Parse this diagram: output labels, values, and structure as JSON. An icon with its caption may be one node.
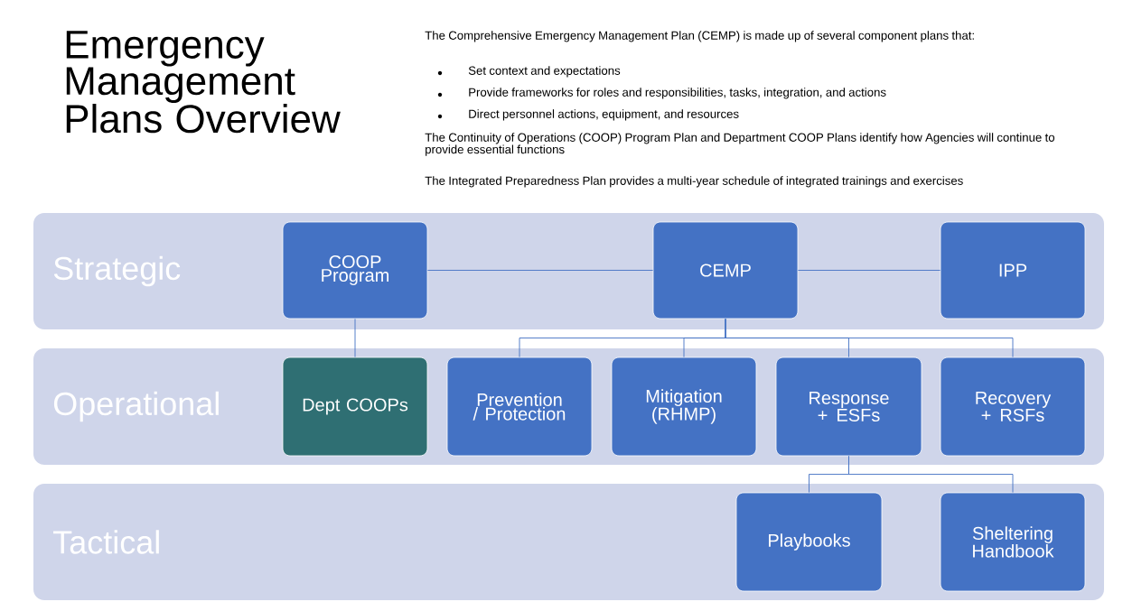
{
  "diagram": {
    "title": "Emergency Management Plans Overview",
    "nodes": [
      {
        "text": [
          "Strategic"
        ]
      },
      {
        "text": [
          "COOP Program"
        ],
        "in": 0
      },
      {
        "text": [
          "CEMP"
        ],
        "in": 0
      },
      {
        "text": [
          "IPP"
        ],
        "in": 0
      },
      {
        "text": [
          "Operational"
        ]
      },
      {
        "text": [
          "Dept COOPs"
        ],
        "in": 4
      },
      {
        "text": [
          "Prevention / Protection"
        ],
        "in": 4
      },
      {
        "text": [
          "Mitigation (RHMP)"
        ],
        "in": 4
      },
      {
        "text": [
          "Response + ESFs"
        ],
        "in": 4
      },
      {
        "text": [
          "Recovery + RSFs"
        ],
        "in": 4
      },
      {
        "text": [
          "Tactical"
        ]
      },
      {
        "text": [
          "Playbooks"
        ],
        "in": 10
      },
      {
        "text": [
          "Sheltering Handbook"
        ],
        "in": 10
      }
    ],
    "edges": [
      {
        "from": 1,
        "to": 2,
        "arrow": "none"
      },
      {
        "from": 2,
        "to": 3,
        "arrow": "none"
      },
      {
        "from": 1,
        "to": 5,
        "arrow": "none"
      },
      {
        "from": 2,
        "to": 6,
        "arrow": "none"
      },
      {
        "from": 2,
        "to": 7,
        "arrow": "none"
      },
      {
        "from": 2,
        "to": 8,
        "arrow": "none"
      },
      {
        "from": 2,
        "to": 9,
        "arrow": "none"
      },
      {
        "from": 8,
        "to": 11,
        "arrow": "none"
      },
      {
        "from": 8,
        "to": 12,
        "arrow": "none"
      }
    ],
    "labels": [
      "The Comprehensive Emergency Management Plan (CEMP) is made up of several component plans that:",
      "Set context and expectations",
      "Provide frameworks for roles and responsibilities, tasks, integration, and actions",
      "Direct personnel actions, equipment, and resources",
      "The Continuity of Operations (COOP) Program Plan and Department COOP Plans identify how Agencies will continue to provide essential functions",
      "The Integrated Preparedness Plan provides a multi-year schedule of integrated trainings and exercises"
    ]
  }
}
